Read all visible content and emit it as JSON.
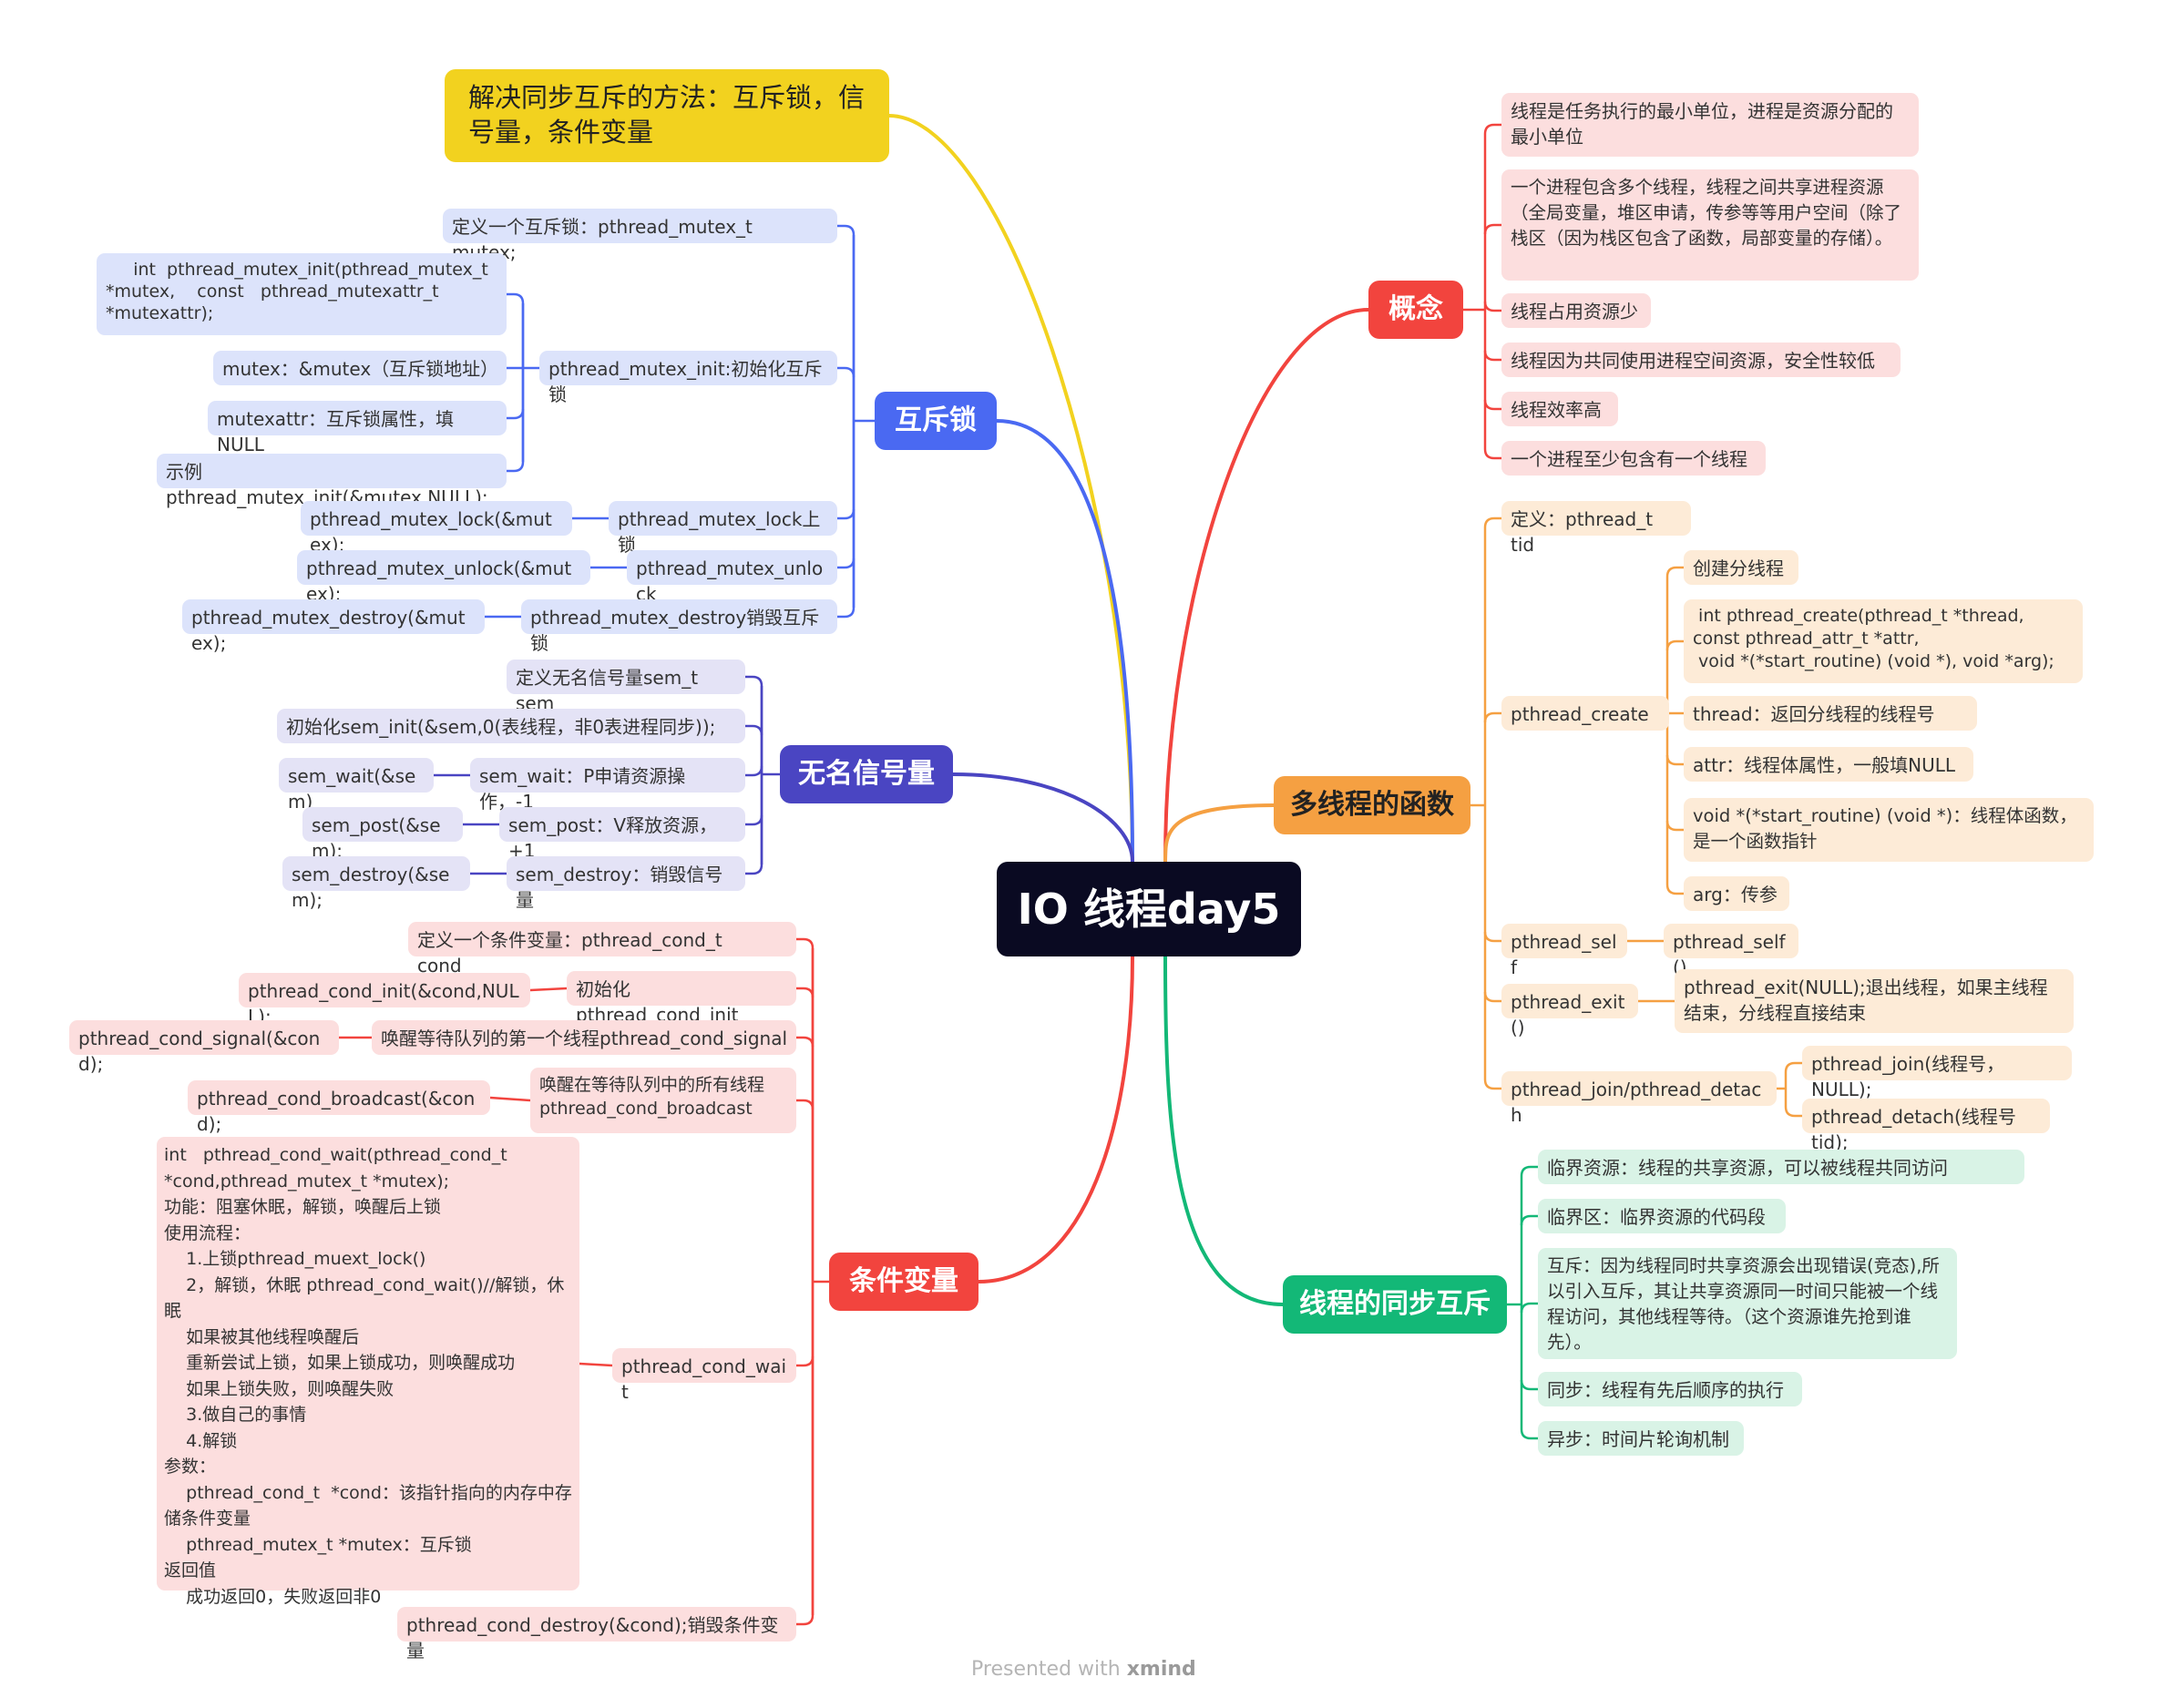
{
  "central": "IO 线程day5",
  "footer": {
    "presented": "Presented with",
    "brand": "xmind"
  },
  "colors": {
    "yellow": "#f2d21f",
    "blue": "#4a69f2",
    "navy": "#4a45c2",
    "red": "#f2443e",
    "orange": "#f5a042",
    "green": "#13b877"
  },
  "branches": {
    "method": {
      "label": "解决同步互斥的方法：互斥锁，信号量，条件变量"
    },
    "mutex": {
      "label": "互斥锁",
      "items": [
        "定义一个互斥锁：pthread_mutex_t     mutex;",
        "pthread_mutex_init:初始化互斥锁",
        "pthread_mutex_lock上锁",
        "pthread_mutex_unlock",
        "pthread_mutex_destroy销毁互斥锁"
      ],
      "init_children": [
        "     int  pthread_mutex_init(pthread_mutex_t *mutex,    const   pthread_mutexattr_t *mutexattr);",
        "mutex：&mutex（互斥锁地址）",
        "mutexattr：互斥锁属性，填NULL",
        "示例pthread_mutex_init(&mutex,NULL);"
      ],
      "lock_child": "pthread_mutex_lock(&mutex);",
      "unlock_child": "pthread_mutex_unlock(&mutex);",
      "destroy_child": "pthread_mutex_destroy(&mutex);"
    },
    "sem": {
      "label": "无名信号量",
      "items": [
        "定义无名信号量sem_t sem",
        "初始化sem_init(&sem,0(表线程，非0表进程同步));",
        "sem_wait：P申请资源操作，-1",
        "sem_post：V释放资源，+1",
        "sem_destroy：销毁信号量"
      ],
      "wait_child": "sem_wait(&sem)",
      "post_child": "sem_post(&sem);",
      "destroy_child": "sem_destroy(&sem);"
    },
    "cond": {
      "label": "条件变量",
      "items": [
        "定义一个条件变量：pthread_cond_t     cond",
        "初始化pthread_cond_init",
        "唤醒等待队列的第一个线程pthread_cond_signal",
        "唤醒在等待队列中的所有线程pthread_cond_broadcast",
        "pthread_cond_wait",
        "pthread_cond_destroy(&cond);销毁条件变量"
      ],
      "init_child": "pthread_cond_init(&cond,NULL);",
      "signal_child": "pthread_cond_signal(&cond);",
      "broadcast_child": "pthread_cond_broadcast(&cond);",
      "wait_detail": "int   pthread_cond_wait(pthread_cond_t *cond,pthread_mutex_t *mutex);\n功能：阻塞休眠，解锁，唤醒后上锁\n使用流程：\n    1.上锁pthread_muext_lock()\n    2，解锁，休眠 pthread_cond_wait()//解锁，休眠\n    如果被其他线程唤醒后\n    重新尝试上锁，如果上锁成功，则唤醒成功\n    如果上锁失败，则唤醒失败\n    3.做自己的事情\n    4.解锁\n参数：\n    pthread_cond_t  *cond：该指针指向的内存中存储条件变量\n    pthread_mutex_t *mutex：互斥锁\n返回值\n    成功返回0，失败返回非0"
    },
    "concept": {
      "label": "概念",
      "items": [
        "线程是任务执行的最小单位，进程是资源分配的最小单位",
        "一个进程包含多个线程，线程之间共享进程资源（全局变量，堆区申请，传参等等用户空间（除了栈区（因为栈区包含了函数，局部变量的存储）。",
        "线程占用资源少",
        "线程因为共同使用进程空间资源，安全性较低",
        "线程效率高",
        "一个进程至少包含有一个线程"
      ]
    },
    "funcs": {
      "label": "多线程的函数",
      "items": [
        "定义：pthread_t tid",
        "pthread_create",
        "pthread_self",
        "pthread_exit()",
        "pthread_join/pthread_detach"
      ],
      "create_children": [
        "创建分线程",
        " int pthread_create(pthread_t *thread, const pthread_attr_t *attr,\n void *(*start_routine) (void *), void *arg);",
        "thread：返回分线程的线程号",
        "attr：线程体属性，一般填NULL",
        "void *(*start_routine) (void *)：线程体函数，是一个函数指针",
        "arg：传参"
      ],
      "self_child": "pthread_self()",
      "exit_child": "pthread_exit(NULL);退出线程，如果主线程结束，分线程直接结束",
      "join_children": [
        "pthread_join(线程号，NULL);",
        "pthread_detach(线程号tid);"
      ]
    },
    "sync": {
      "label": "线程的同步互斥",
      "items": [
        "临界资源：线程的共享资源，可以被线程共同访问",
        "临界区：临界资源的代码段",
        "互斥：因为线程同时共享资源会出现错误(竞态),所以引入互斥，其让共享资源同一时间只能被一个线程访问，其他线程等待。（这个资源谁先抢到谁先）。",
        "同步：线程有先后顺序的执行",
        "异步：时间片轮询机制"
      ]
    }
  }
}
